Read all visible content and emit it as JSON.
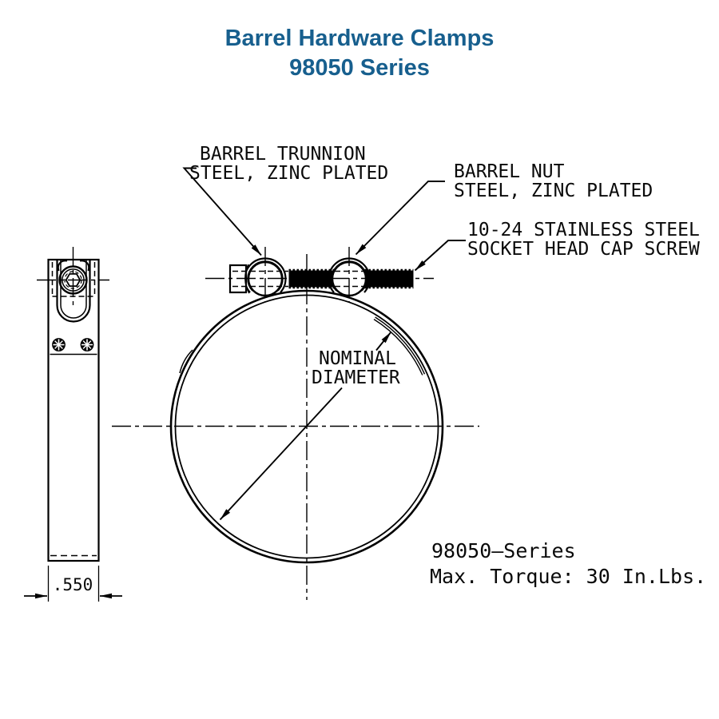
{
  "title": {
    "line1": "Barrel Hardware Clamps",
    "line2": "98050 Series",
    "color": "#175f8e"
  },
  "callouts": {
    "barrel_trunnion": {
      "line1": "BARREL TRUNNION",
      "line2": "STEEL, ZINC PLATED"
    },
    "barrel_nut": {
      "line1": "BARREL NUT",
      "line2": "STEEL, ZINC PLATED"
    },
    "cap_screw": {
      "line1": "10-24 STAINLESS STEEL",
      "line2": "SOCKET HEAD CAP SCREW"
    },
    "nominal_diameter": {
      "line1": "NOMINAL",
      "line2": "DIAMETER"
    }
  },
  "specs": {
    "series": "98050—Series",
    "max_torque": "Max. Torque: 30 In.Lbs."
  },
  "dimensions": {
    "band_width": ".550"
  },
  "drawing": {
    "line_color": "#000000",
    "background": "#ffffff"
  }
}
